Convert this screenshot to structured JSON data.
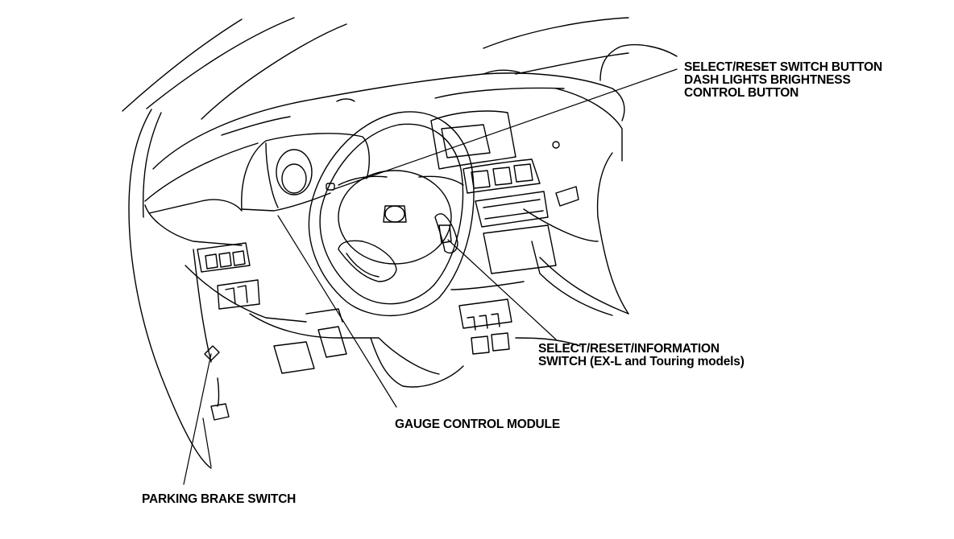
{
  "callouts": {
    "select_reset_button": {
      "lines": [
        "SELECT/RESET SWITCH BUTTON",
        "DASH LIGHTS BRIGHTNESS",
        "CONTROL BUTTON"
      ]
    },
    "select_reset_info_switch": {
      "lines": [
        "SELECT/RESET/INFORMATION",
        "SWITCH (EX-L and Touring models)"
      ]
    },
    "gauge_control_module": {
      "lines": [
        "GAUGE CONTROL MODULE"
      ]
    },
    "parking_brake_switch": {
      "lines": [
        "PARKING BRAKE SWITCH"
      ]
    }
  },
  "style": {
    "ink": "#000000",
    "paper": "#ffffff"
  }
}
